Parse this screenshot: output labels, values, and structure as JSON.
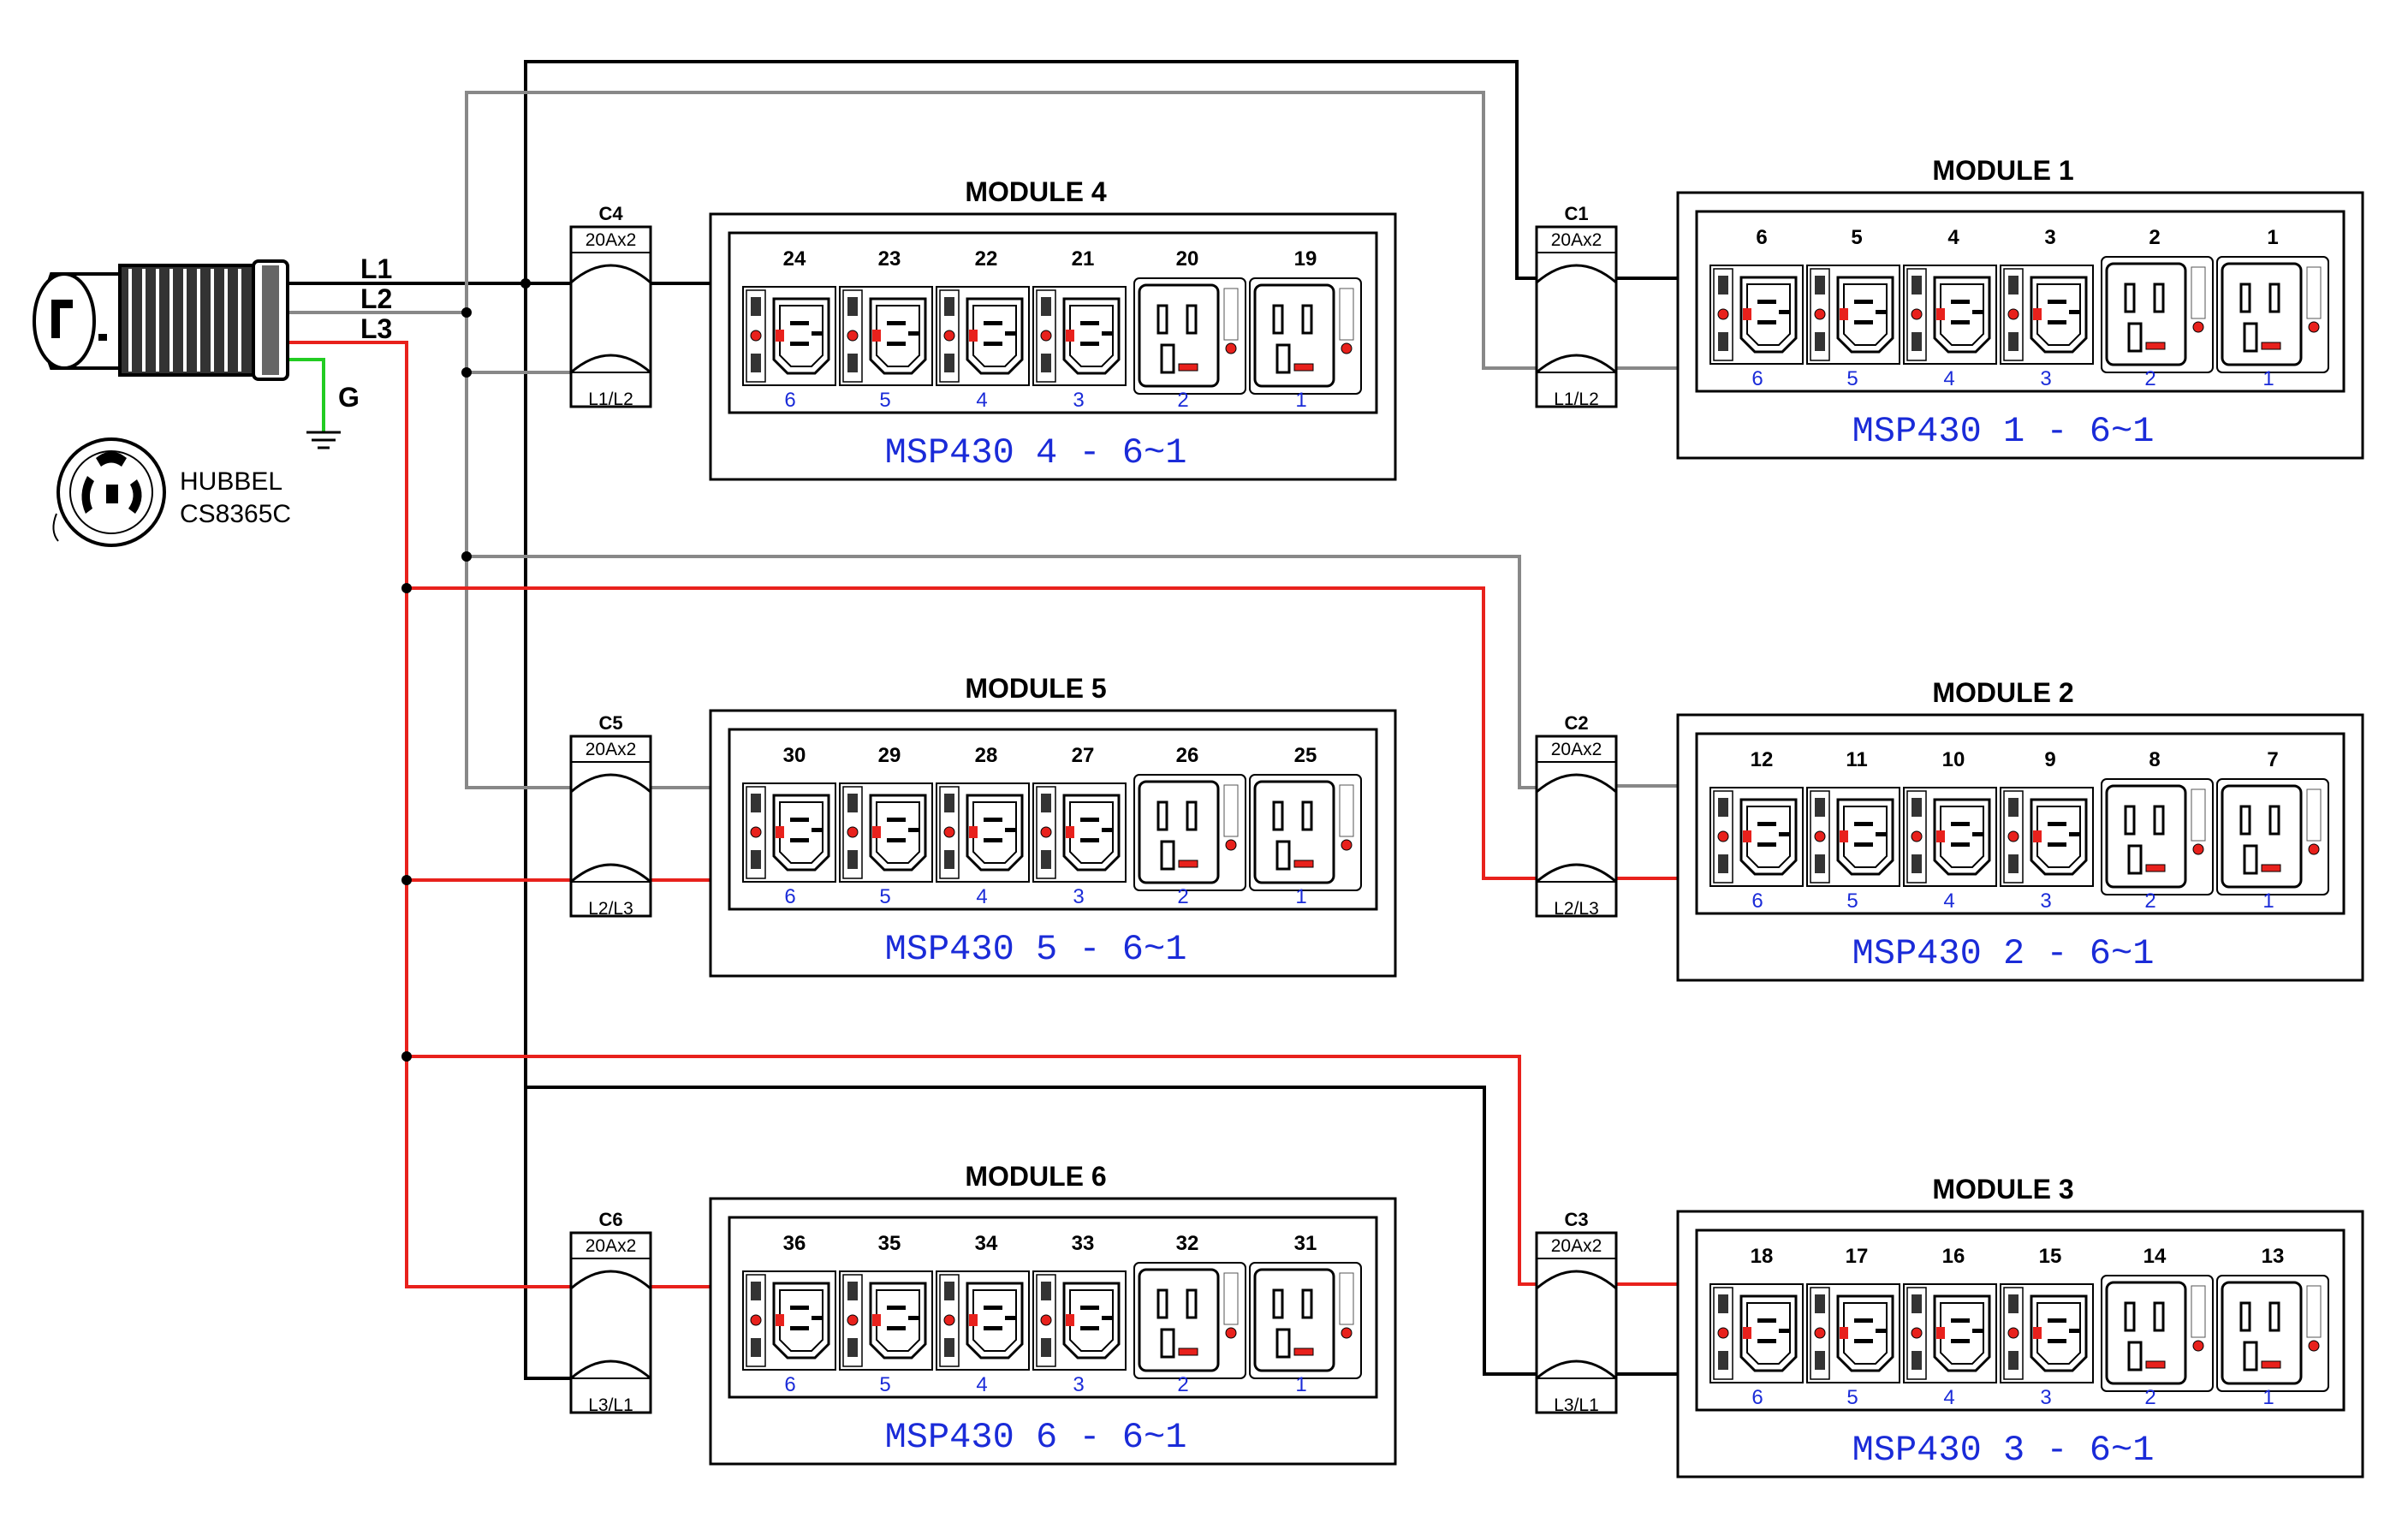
{
  "colors": {
    "l1": "#000000",
    "l2": "#888888",
    "l3": "#e8211c",
    "ground": "#22cc22",
    "outlet_label": "#1a2bd8",
    "accent_red": "#e8211c"
  },
  "plug": {
    "phases": [
      "L1",
      "L2",
      "L3"
    ],
    "ground": "G",
    "brand": "HUBBEL",
    "model": "CS8365C"
  },
  "breaker_rating": "20Ax2",
  "breakers": [
    {
      "id": "C1",
      "pair": "L1/L2"
    },
    {
      "id": "C2",
      "pair": "L2/L3"
    },
    {
      "id": "C3",
      "pair": "L3/L1"
    },
    {
      "id": "C4",
      "pair": "L1/L2"
    },
    {
      "id": "C5",
      "pair": "L2/L3"
    },
    {
      "id": "C6",
      "pair": "L3/L1"
    }
  ],
  "modules": [
    {
      "title": "MODULE 1",
      "label": "MSP430 1 - 6~1",
      "numbers": [
        "6",
        "5",
        "4",
        "3",
        "2",
        "1"
      ],
      "positions": [
        "6",
        "5",
        "4",
        "3",
        "2",
        "1"
      ]
    },
    {
      "title": "MODULE 2",
      "label": "MSP430 2 - 6~1",
      "numbers": [
        "12",
        "11",
        "10",
        "9",
        "8",
        "7"
      ],
      "positions": [
        "6",
        "5",
        "4",
        "3",
        "2",
        "1"
      ]
    },
    {
      "title": "MODULE 3",
      "label": "MSP430 3 - 6~1",
      "numbers": [
        "18",
        "17",
        "16",
        "15",
        "14",
        "13"
      ],
      "positions": [
        "6",
        "5",
        "4",
        "3",
        "2",
        "1"
      ]
    },
    {
      "title": "MODULE 4",
      "label": "MSP430 4 - 6~1",
      "numbers": [
        "24",
        "23",
        "22",
        "21",
        "20",
        "19"
      ],
      "positions": [
        "6",
        "5",
        "4",
        "3",
        "2",
        "1"
      ]
    },
    {
      "title": "MODULE 5",
      "label": "MSP430 5 - 6~1",
      "numbers": [
        "30",
        "29",
        "28",
        "27",
        "26",
        "25"
      ],
      "positions": [
        "6",
        "5",
        "4",
        "3",
        "2",
        "1"
      ]
    },
    {
      "title": "MODULE 6",
      "label": "MSP430 6 - 6~1",
      "numbers": [
        "36",
        "35",
        "34",
        "33",
        "32",
        "31"
      ],
      "positions": [
        "6",
        "5",
        "4",
        "3",
        "2",
        "1"
      ]
    }
  ]
}
